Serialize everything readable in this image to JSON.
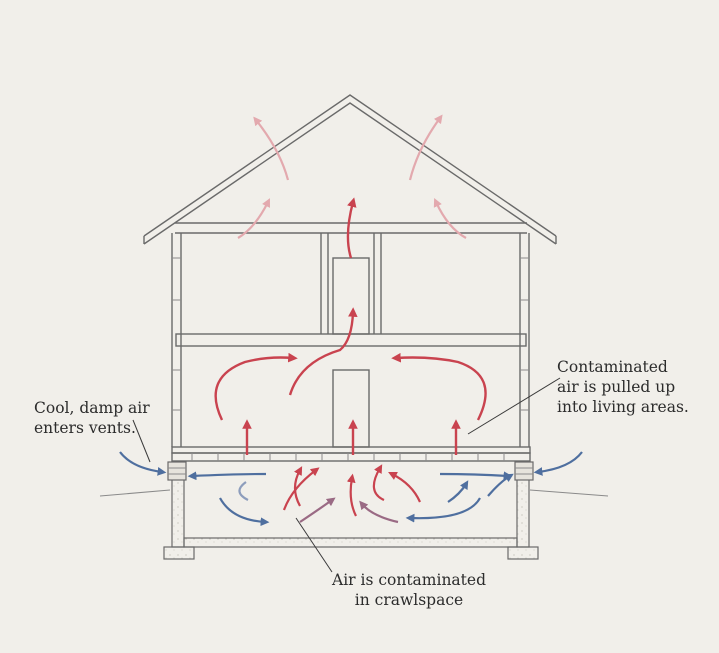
{
  "labels": {
    "intake": "Cool, damp air\nenters vents.",
    "upward": "Contaminated\nair is pulled up\ninto living areas.",
    "crawlspace": "Air is contaminated\nin crawlspace"
  },
  "colors": {
    "background": "#f1efea",
    "warm_air": "#c9434f",
    "cool_air": "#4f6f9f",
    "line": "#6a6a6a"
  }
}
